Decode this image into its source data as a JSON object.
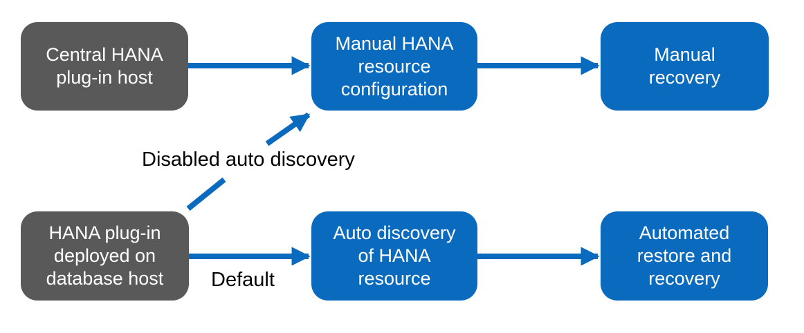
{
  "diagram": {
    "colors": {
      "node_blue": "#0a6bbe",
      "node_gray": "#595959",
      "arrow": "#0a6bbe",
      "node_text": "#ffffff",
      "label_text": "#000000",
      "background": "#ffffff"
    },
    "nodes": [
      {
        "id": "central-hana-plugin-host",
        "variant": "gray",
        "text": "Central HANA\nplug-in host"
      },
      {
        "id": "manual-hana-resource-configuration",
        "variant": "blue",
        "text": "Manual HANA\nresource\nconfiguration"
      },
      {
        "id": "manual-recovery",
        "variant": "blue",
        "text": "Manual\nrecovery"
      },
      {
        "id": "hana-plugin-deployed-on-database-host",
        "variant": "gray",
        "text": "HANA plug-in\ndeployed on\ndatabase host"
      },
      {
        "id": "auto-discovery-of-hana-resource",
        "variant": "blue",
        "text": "Auto discovery\nof HANA\nresource"
      },
      {
        "id": "automated-restore-and-recovery",
        "variant": "blue",
        "text": "Automated\nrestore and\nrecovery"
      }
    ],
    "edges": [
      {
        "from": "central-hana-plugin-host",
        "to": "manual-hana-resource-configuration",
        "label": ""
      },
      {
        "from": "manual-hana-resource-configuration",
        "to": "manual-recovery",
        "label": ""
      },
      {
        "from": "hana-plugin-deployed-on-database-host",
        "to": "manual-hana-resource-configuration",
        "label": "Disabled auto discovery"
      },
      {
        "from": "hana-plugin-deployed-on-database-host",
        "to": "auto-discovery-of-hana-resource",
        "label": "Default"
      },
      {
        "from": "auto-discovery-of-hana-resource",
        "to": "automated-restore-and-recovery",
        "label": ""
      }
    ]
  }
}
